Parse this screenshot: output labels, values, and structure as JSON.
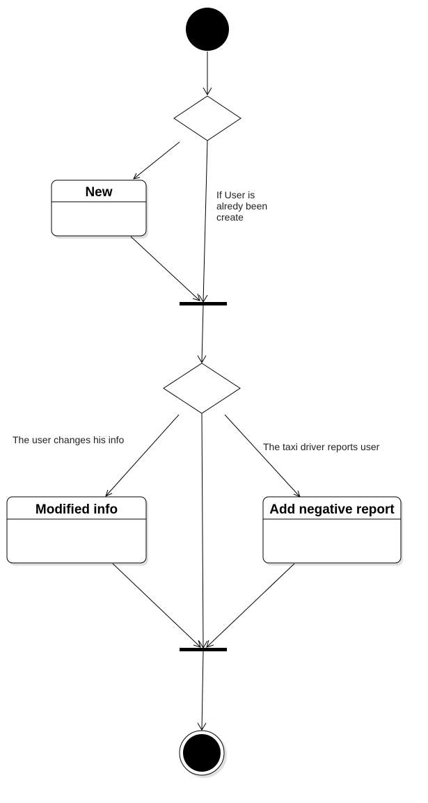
{
  "states": {
    "new": {
      "title": "New"
    },
    "modified": {
      "title": "Modified info"
    },
    "negative": {
      "title": "Add negative report"
    }
  },
  "labels": {
    "existing_user": [
      "If User is",
      "alredy  been",
      "create"
    ],
    "user_changes": "The user changes his info",
    "driver_reports": "The taxi driver reports user"
  }
}
